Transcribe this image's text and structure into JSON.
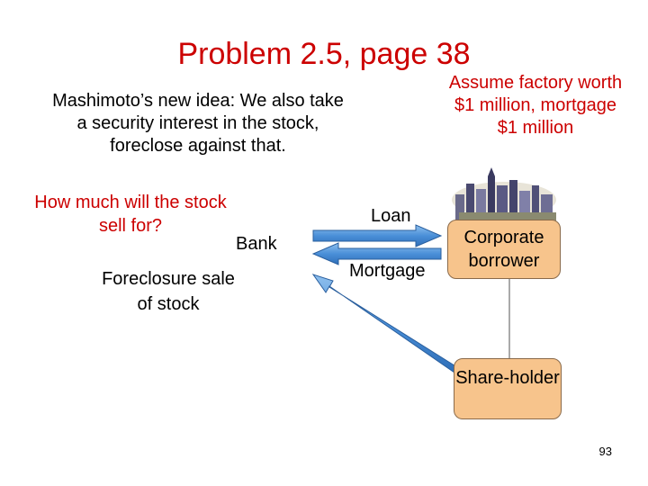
{
  "title": "Problem 2.5, page 38",
  "idea_text": "Mashimoto’s new idea: We also take a security interest in the stock, foreclose against that.",
  "assumption_text": "Assume factory worth $1 million, mortgage $1 million",
  "question_text": "How much will the stock sell for?",
  "nodes": {
    "bank": "Bank",
    "corporate_borrower": "Corporate borrower",
    "shareholder": "Share-holder"
  },
  "edge_labels": {
    "loan": "Loan",
    "mortgage": "Mortgage",
    "foreclosure": "Foreclosure sale of stock"
  },
  "page_number": "93",
  "colors": {
    "accent_text": "#cc0000",
    "arrow_fill": "#4a8fd8",
    "box_fill": "#f7c48c"
  }
}
